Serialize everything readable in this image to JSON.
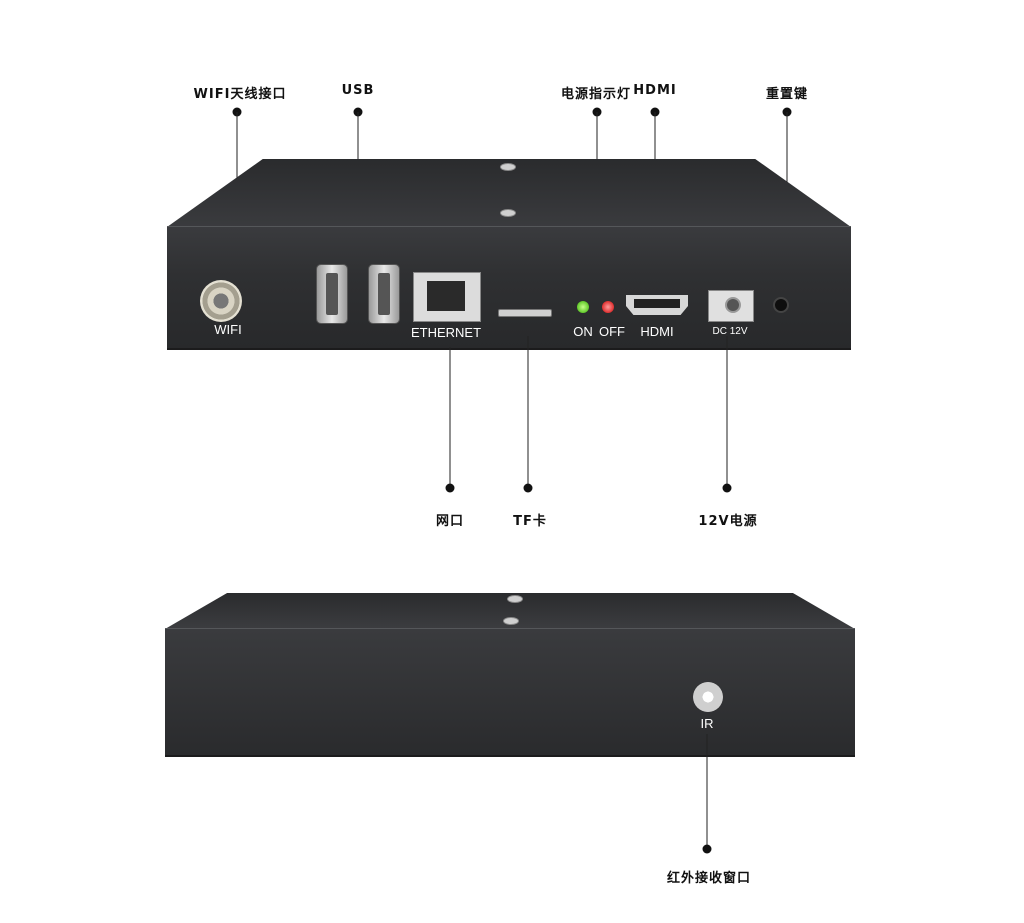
{
  "callouts_top": {
    "wifi_port": "WIFI天线接口",
    "usb": "USB",
    "power_led": "电源指示灯",
    "hdmi": "HDMI",
    "reset": "重置键"
  },
  "callouts_bottom": {
    "network": "网口",
    "tf_card": "TF卡",
    "power_12v": "12V电源"
  },
  "callouts_rear": {
    "ir_window": "红外接收窗口"
  },
  "panel_labels": {
    "wifi": "WIFI",
    "ethernet": "ETHERNET",
    "on": "ON",
    "off": "OFF",
    "hdmi": "HDMI",
    "dc": "DC 12V",
    "ir": "IR"
  },
  "colors": {
    "device_body": "#2f3032",
    "led_on": "#33b000",
    "led_off": "#d00000"
  }
}
